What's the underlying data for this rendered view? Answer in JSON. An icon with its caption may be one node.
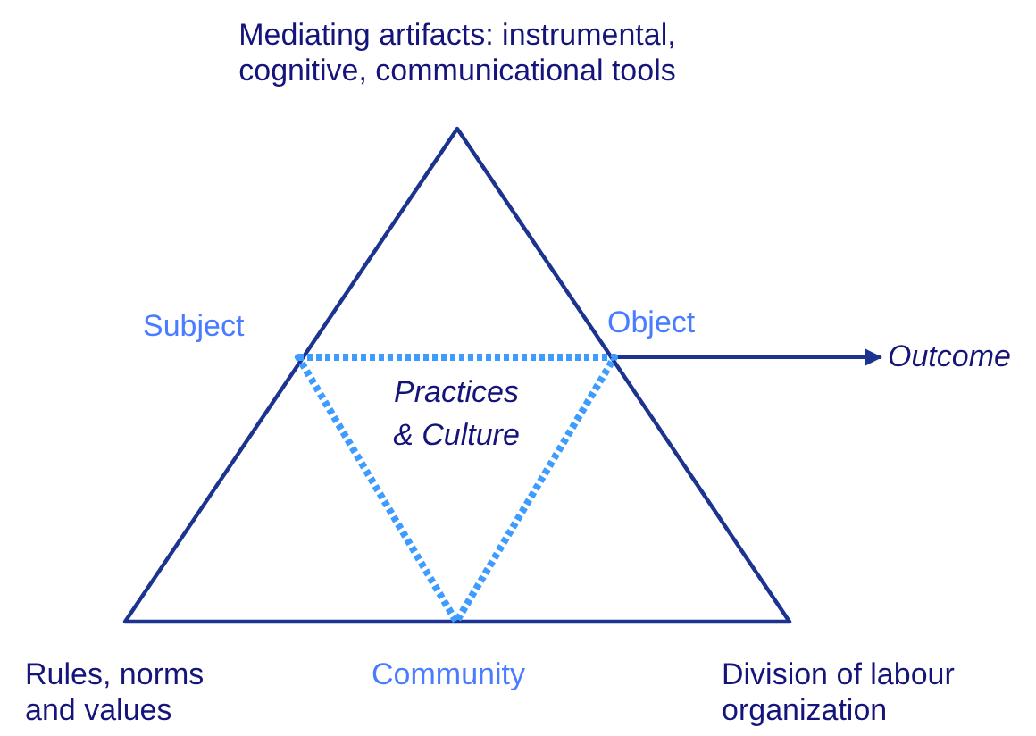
{
  "diagram": {
    "nodes": [
      {
        "text": [],
        "shape": "triangle"
      },
      {
        "text": [
          "Practices & Culture"
        ],
        "in": 0
      },
      {
        "text": [
          "Outcome"
        ]
      }
    ],
    "edges": [
      {
        "from": 1,
        "to": 2,
        "arrow": "to"
      }
    ],
    "labels": [
      "Mediating artifacts: instrumental, cognitive, communicational tools",
      "Subject",
      "Object",
      "Rules, norms and values",
      "Community",
      "Division of labour organization"
    ]
  }
}
